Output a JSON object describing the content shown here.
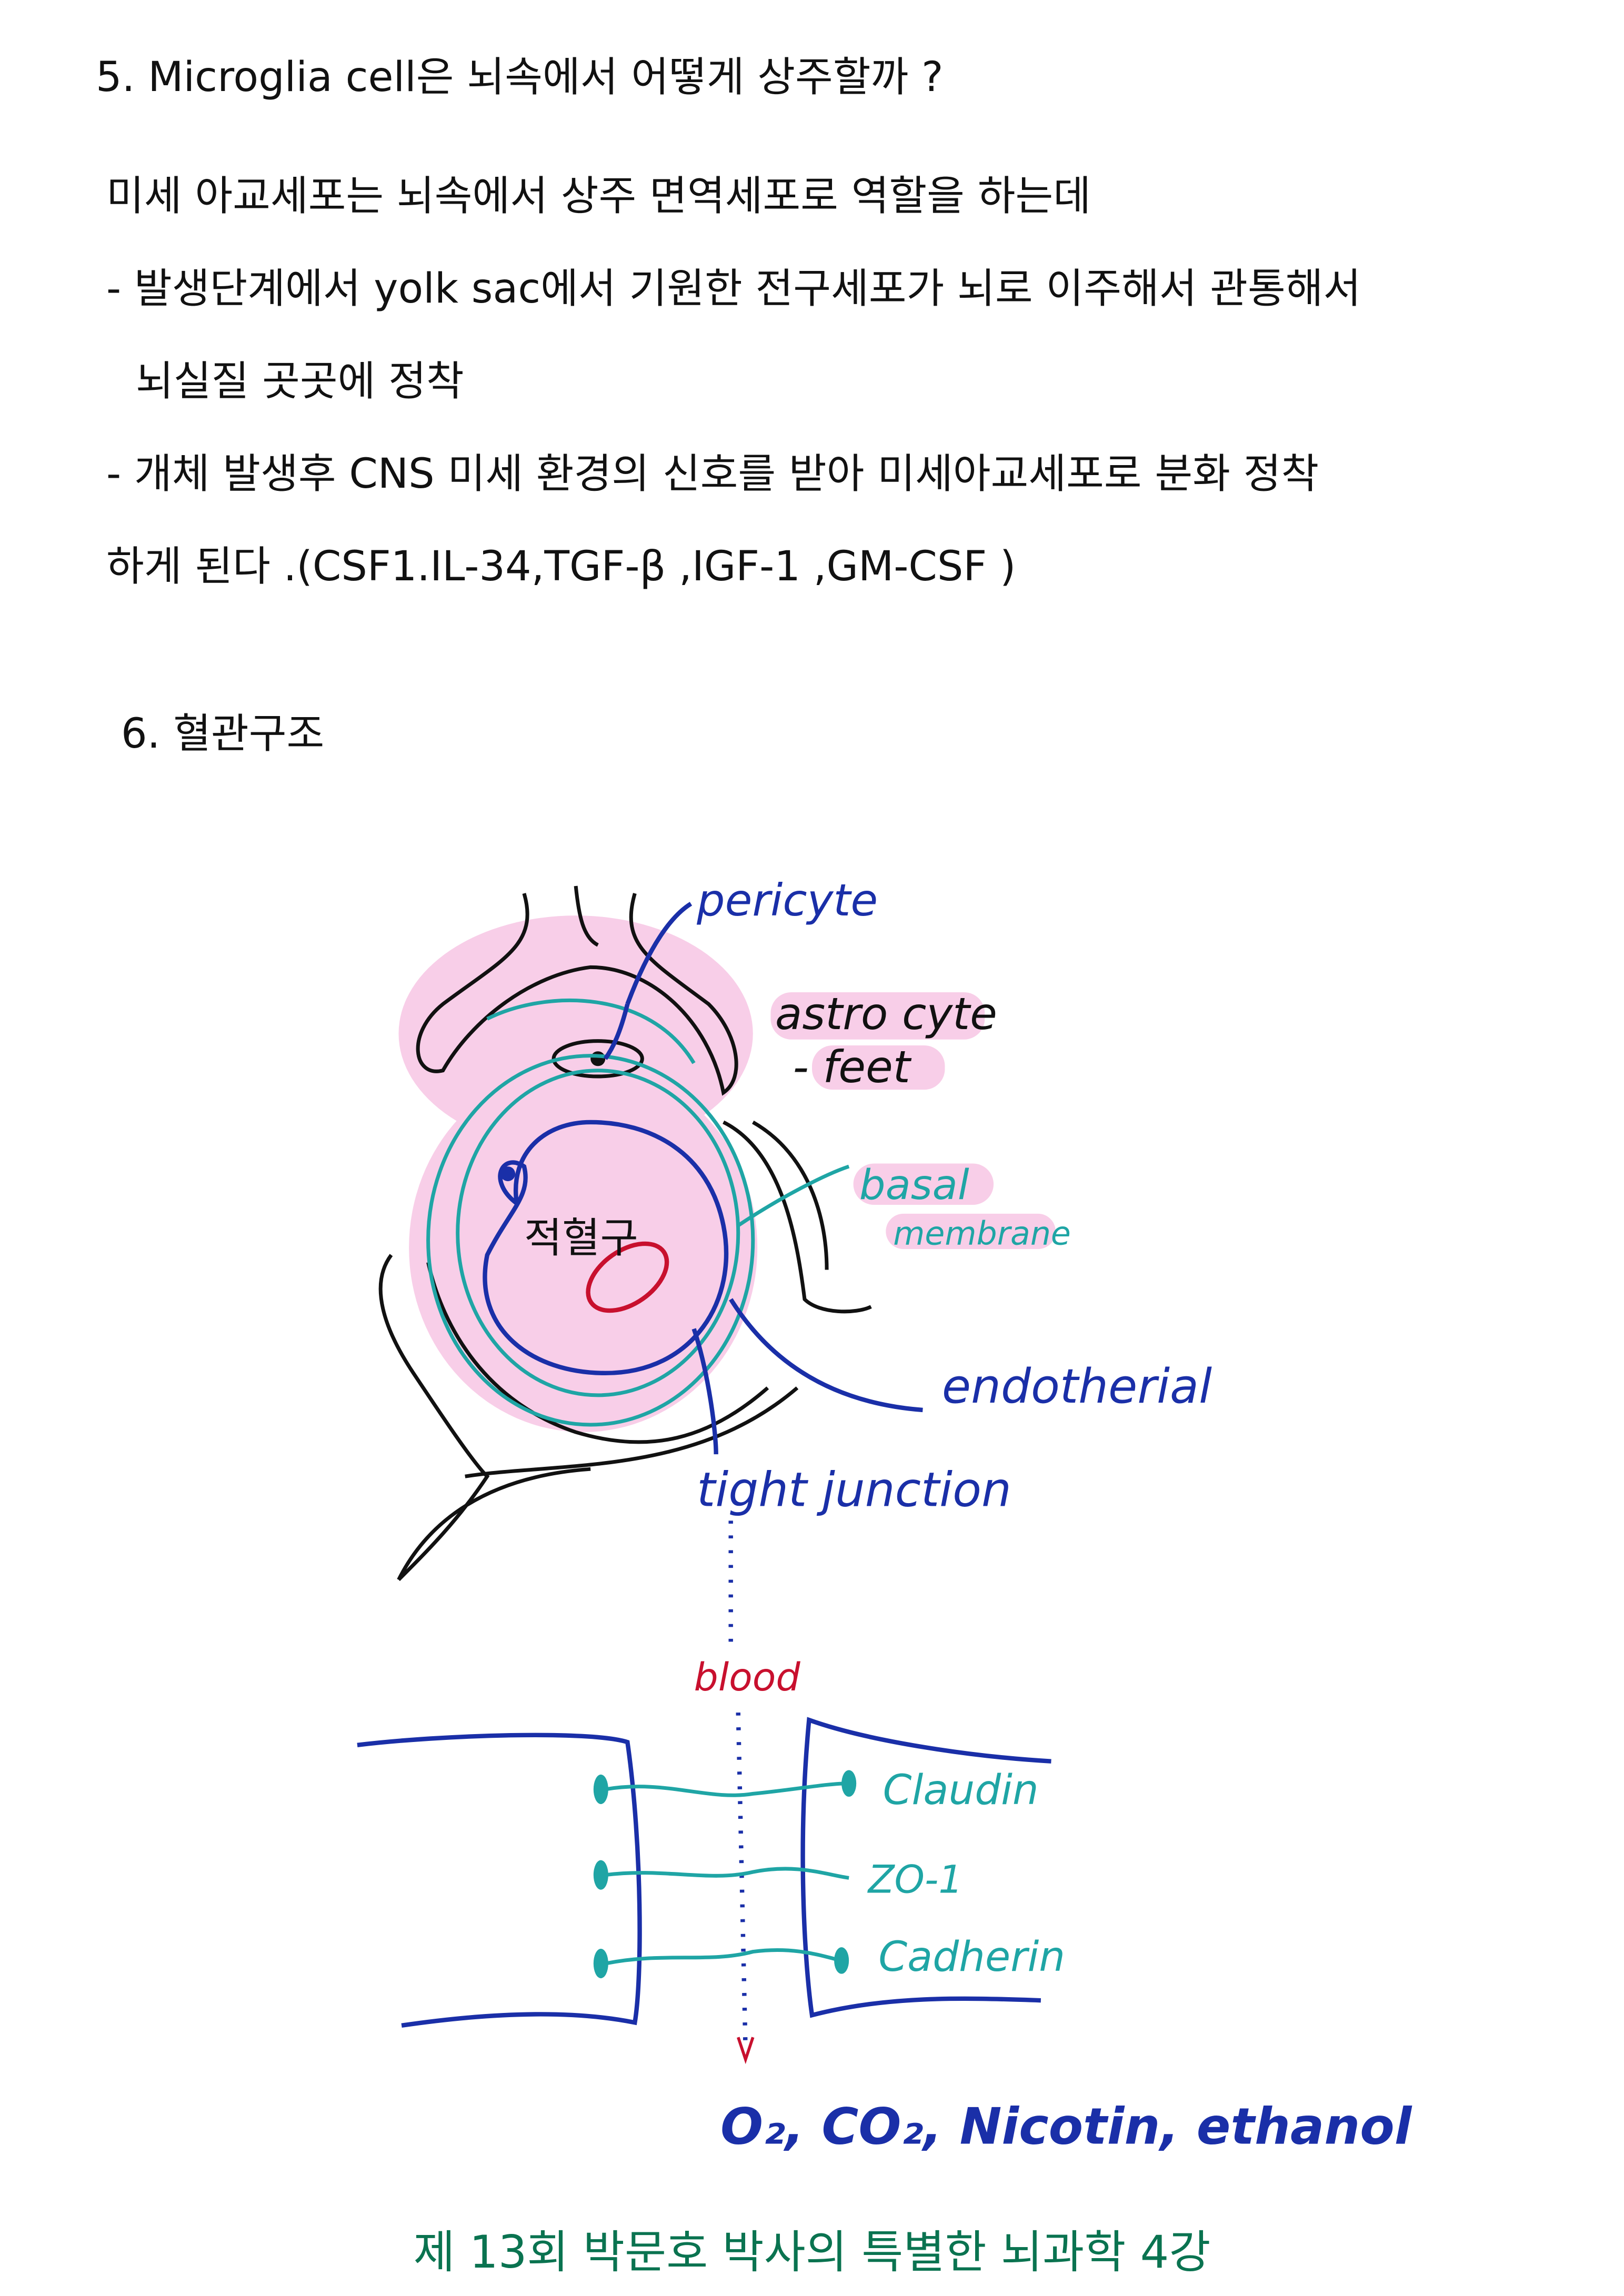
{
  "section5": {
    "heading": "5.  Microglia cell은 뇌속에서 어떻게 상주할까 ?",
    "lines": [
      "미세 아교세포는 뇌속에서 상주 면역세포로 역할을 하는데",
      "- 발생단계에서 yolk sac에서 기원한 전구세포가 뇌로 이주해서 관통해서",
      "뇌실질 곳곳에 정착",
      "- 개체 발생후 CNS 미세 환경의 신호를 받아 미세아교세포로 분화 정착",
      "하게 된다 .(CSF1.IL-34,TGF-β ,IGF-1 ,GM-CSF )"
    ]
  },
  "section6": {
    "heading": "6.  혈관구조"
  },
  "diagram": {
    "labels": {
      "pericyte": "pericyte",
      "astrocyte": "astro cyte",
      "feet": "- feet",
      "basal": "basal",
      "membrane": "membrane",
      "endothelial": "endotherial",
      "rbc": "적혈구",
      "tight_junction": "tight junction",
      "blood": "blood",
      "claudin": "Claudin",
      "zo1": "ZO-1",
      "cadherin": "Cadherin",
      "molecules": "O₂, CO₂, Nicotin, ethanol"
    },
    "colors": {
      "pink": "#f7c6e4",
      "teal": "#1fa5a5",
      "blue": "#1a2fa8",
      "red": "#c8102e",
      "black": "#111111"
    }
  },
  "footer": "제 13회 박문호 박사의 특별한 뇌과학 4강"
}
